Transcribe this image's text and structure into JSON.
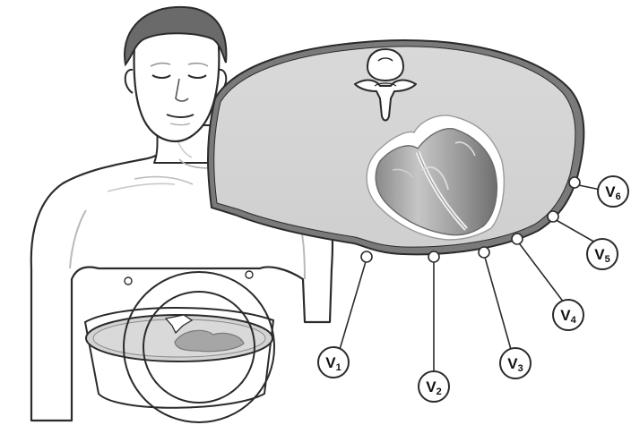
{
  "diagram": {
    "colors": {
      "outline": "#2b2b2b",
      "skin": "#ffffff",
      "hair": "#6a6a6a",
      "slice_fill": "#d3d3d3",
      "slice_rim": "#7a7a7a",
      "heart_fill": "#a8a8a8",
      "heart_shadow": "#7c7c7c",
      "heart_light": "#e8e8e8",
      "bone": "#ffffff",
      "label_bg": "#ffffff"
    },
    "leads": [
      {
        "letter": "V",
        "number": "1"
      },
      {
        "letter": "V",
        "number": "2"
      },
      {
        "letter": "V",
        "number": "3"
      },
      {
        "letter": "V",
        "number": "4"
      },
      {
        "letter": "V",
        "number": "5"
      },
      {
        "letter": "V",
        "number": "6"
      }
    ]
  }
}
